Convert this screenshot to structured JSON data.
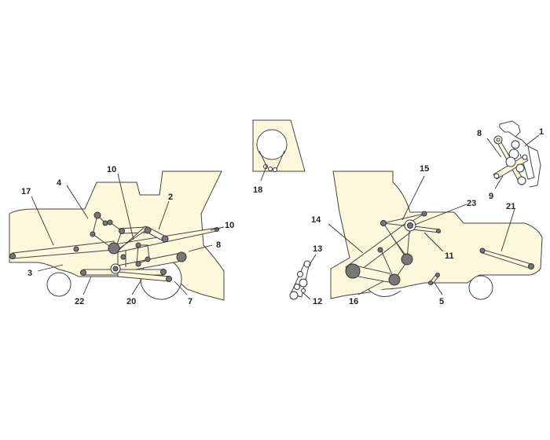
{
  "callouts": {
    "c1": "1",
    "c2": "2",
    "c3": "3",
    "c4": "4",
    "c5": "5",
    "c7": "7",
    "c8a": "8",
    "c8b": "8",
    "c9": "9",
    "c10a": "10",
    "c10b": "10",
    "c11": "11",
    "c12": "12",
    "c13": "13",
    "c14": "14",
    "c15": "15",
    "c16": "16",
    "c17": "17",
    "c18": "18",
    "c20": "20",
    "c21": "21",
    "c22": "22",
    "c23": "23"
  },
  "colors": {
    "body_fill": "#fbf8dc",
    "outline": "#444444",
    "pulley": "#777777"
  }
}
